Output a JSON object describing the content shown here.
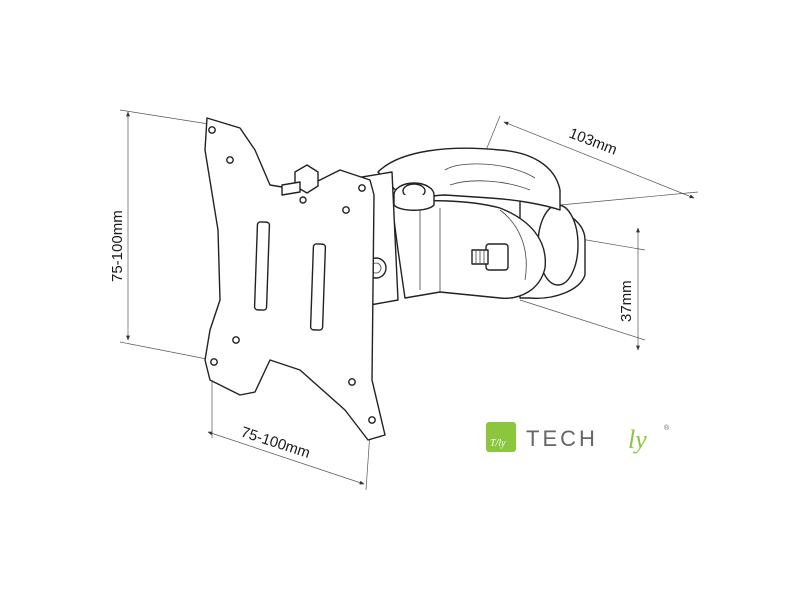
{
  "dimensions": {
    "plate_height": "75-100mm",
    "plate_width": "75-100mm",
    "arm_length": "103mm",
    "clamp_height": "37mm"
  },
  "brand": {
    "badge": "T/ly",
    "name_prefix": "TECH",
    "name_suffix": "ly",
    "registered": "®",
    "accent_color": "#8cc63f"
  }
}
